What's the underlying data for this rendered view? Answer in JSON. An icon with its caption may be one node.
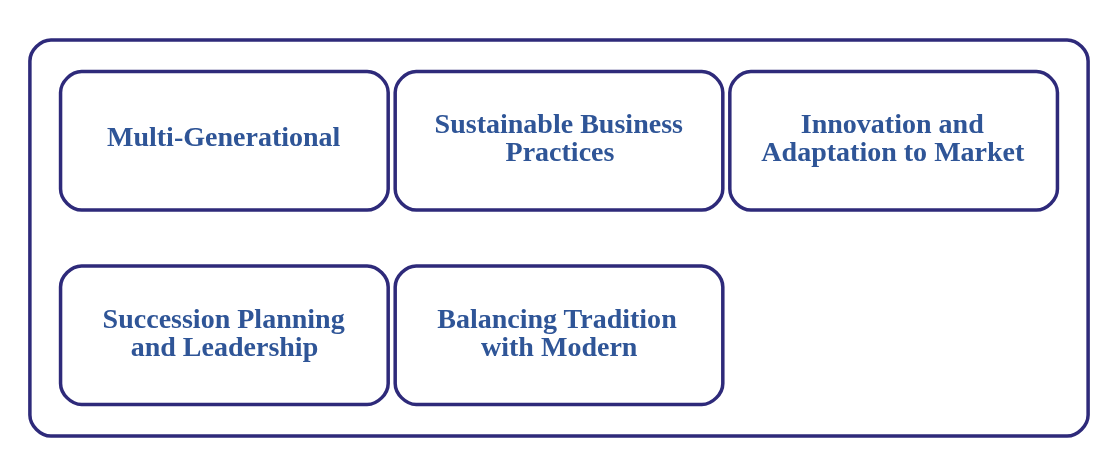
{
  "diagram": {
    "nodes": [
      {
        "text": [],
        "shape": "box"
      },
      {
        "text": [
          "Multi-Generational"
        ],
        "in": 0
      },
      {
        "text": [
          "Sustainable Business Practices"
        ],
        "in": 0
      },
      {
        "text": [
          "Innovation and Adaptation to Market"
        ],
        "in": 0
      },
      {
        "text": [
          "Succession Planning and Leadership"
        ],
        "in": 0
      },
      {
        "text": [
          "Balancing Tradition with Modern"
        ],
        "in": 0
      }
    ],
    "edges": []
  }
}
